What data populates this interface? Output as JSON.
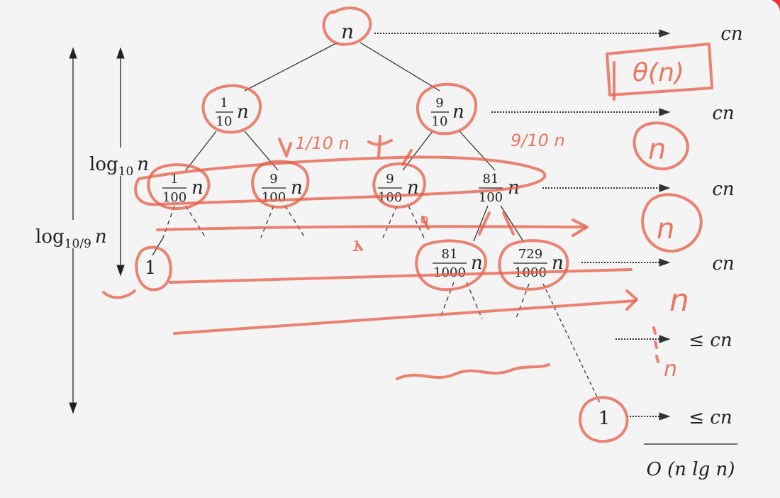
{
  "tree": {
    "root": {
      "label": "n"
    },
    "level1": [
      {
        "num": "1",
        "den": "10",
        "var": "n"
      },
      {
        "num": "9",
        "den": "10",
        "var": "n"
      }
    ],
    "level2": [
      {
        "num": "1",
        "den": "100",
        "var": "n"
      },
      {
        "num": "9",
        "den": "100",
        "var": "n"
      },
      {
        "num": "9",
        "den": "100",
        "var": "n"
      },
      {
        "num": "81",
        "den": "100",
        "var": "n"
      }
    ],
    "level3": [
      {
        "num": "81",
        "den": "1000",
        "var": "n"
      },
      {
        "num": "729",
        "den": "1000",
        "var": "n"
      }
    ],
    "leaf_left": "1",
    "leaf_right": "1"
  },
  "heights": {
    "left_outer": {
      "base": "log",
      "sub": "10/9",
      "var": "n"
    },
    "left_inner": {
      "base": "log",
      "sub": "10",
      "var": "n"
    }
  },
  "costs": [
    "cn",
    "cn",
    "cn",
    "cn",
    "≤ cn",
    "≤ cn"
  ],
  "total": "O (n lg n)",
  "annotations": {
    "theta": "θ(n)",
    "level_n": [
      "n",
      "n",
      "n"
    ],
    "tenth": "1/10 n",
    "ninetenth": "9/10 n",
    "one": "1",
    "nine": "9",
    "dots_n": "n"
  },
  "colors": {
    "ink": "#e8604a",
    "text": "#222222",
    "background": "#f4f4f4"
  }
}
